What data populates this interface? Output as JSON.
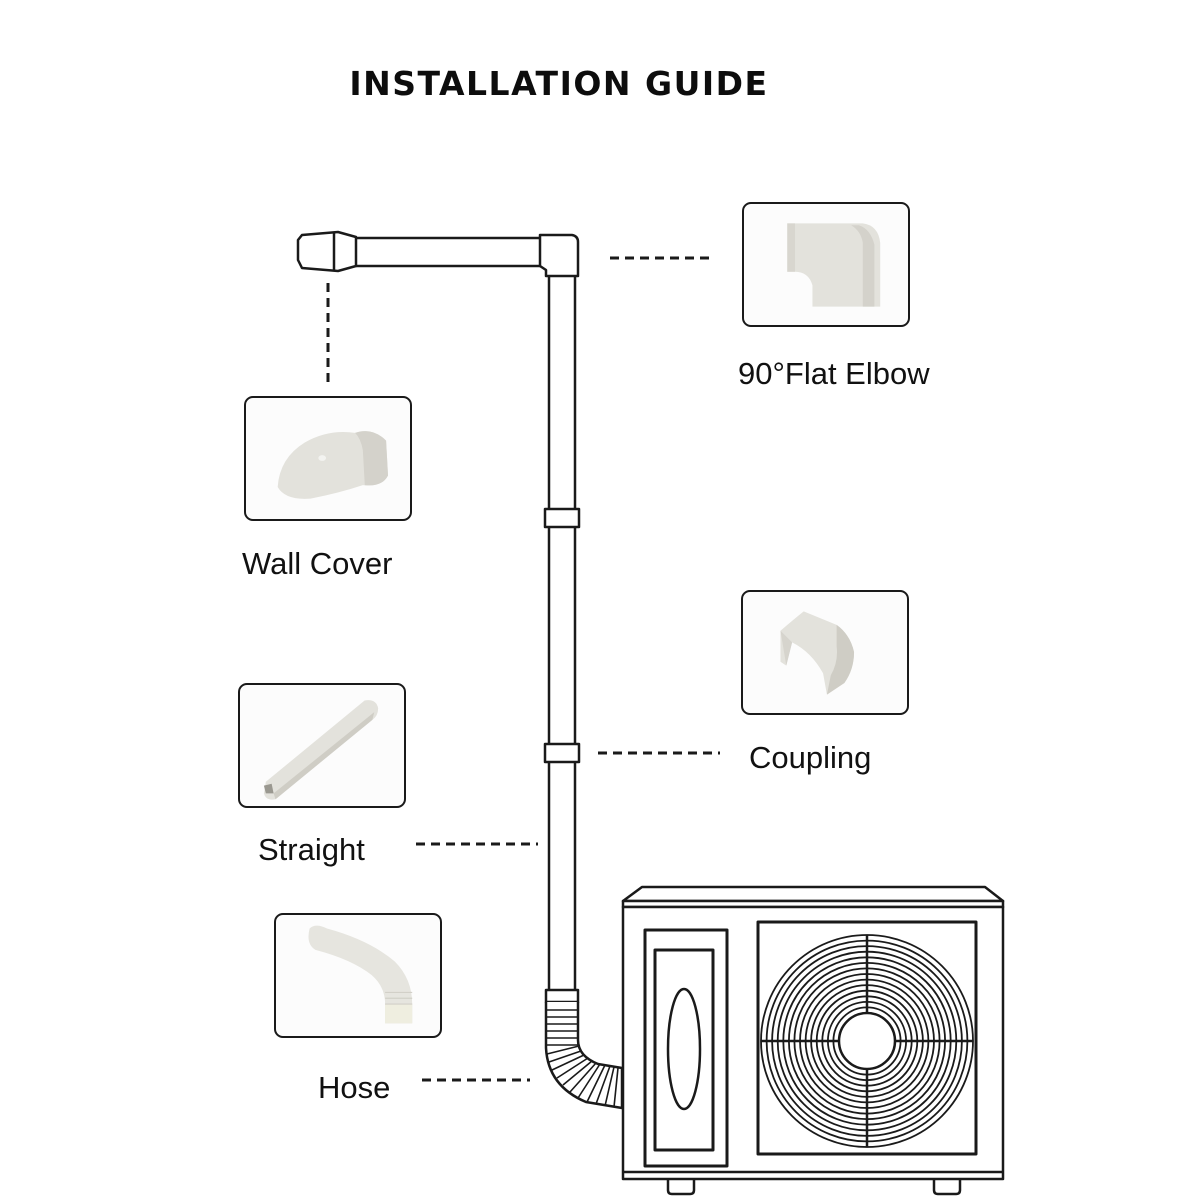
{
  "title": "INSTALLATION GUIDE",
  "parts": [
    {
      "id": "flat-elbow",
      "label": "90°Flat Elbow",
      "icon": "flat-elbow-icon"
    },
    {
      "id": "wall-cover",
      "label": "Wall Cover",
      "icon": "wall-cover-icon"
    },
    {
      "id": "coupling",
      "label": "Coupling",
      "icon": "coupling-icon"
    },
    {
      "id": "straight",
      "label": "Straight",
      "icon": "straight-duct-icon"
    },
    {
      "id": "hose",
      "label": "Hose",
      "icon": "flexible-hose-icon"
    }
  ],
  "colors": {
    "line": "#1a1a1a",
    "part_fill": "#e3e2dc",
    "part_shade": "#cfcdc5",
    "background": "#ffffff"
  }
}
